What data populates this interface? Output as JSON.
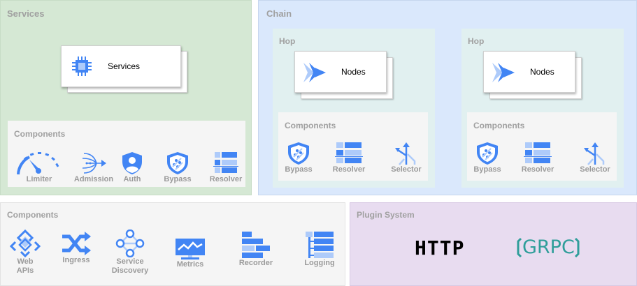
{
  "services": {
    "title": "Services",
    "card_label": "Services",
    "components_title": "Components",
    "components": [
      "Limiter",
      "Admission",
      "Auth",
      "Bypass",
      "Resolver"
    ]
  },
  "chain": {
    "title": "Chain",
    "hops": [
      {
        "title": "Hop",
        "card_label": "Nodes",
        "components_title": "Components",
        "components": [
          "Bypass",
          "Resolver",
          "Selector"
        ]
      },
      {
        "title": "Hop",
        "card_label": "Nodes",
        "components_title": "Components",
        "components": [
          "Bypass",
          "Resolver",
          "Selector"
        ]
      }
    ]
  },
  "components": {
    "title": "Components",
    "items": [
      {
        "line1": "Web",
        "line2": "APIs"
      },
      {
        "line1": "Ingress",
        "line2": ""
      },
      {
        "line1": "Service",
        "line2": "Discovery"
      },
      {
        "line1": "Metrics",
        "line2": ""
      },
      {
        "line1": "Recorder",
        "line2": ""
      },
      {
        "line1": "Logging",
        "line2": ""
      }
    ]
  },
  "plugin": {
    "title": "Plugin System",
    "logos": [
      "HTTP",
      "GRPC"
    ]
  },
  "colors": {
    "services_bg": "#d5e8d4",
    "chain_bg": "#dae8fc",
    "hop_bg": "#e1f0f0",
    "components_bg": "#f5f5f5",
    "plugin_bg": "#e8dcf0",
    "icon_blue": "#4285f4",
    "icon_light": "#aecbfa"
  }
}
